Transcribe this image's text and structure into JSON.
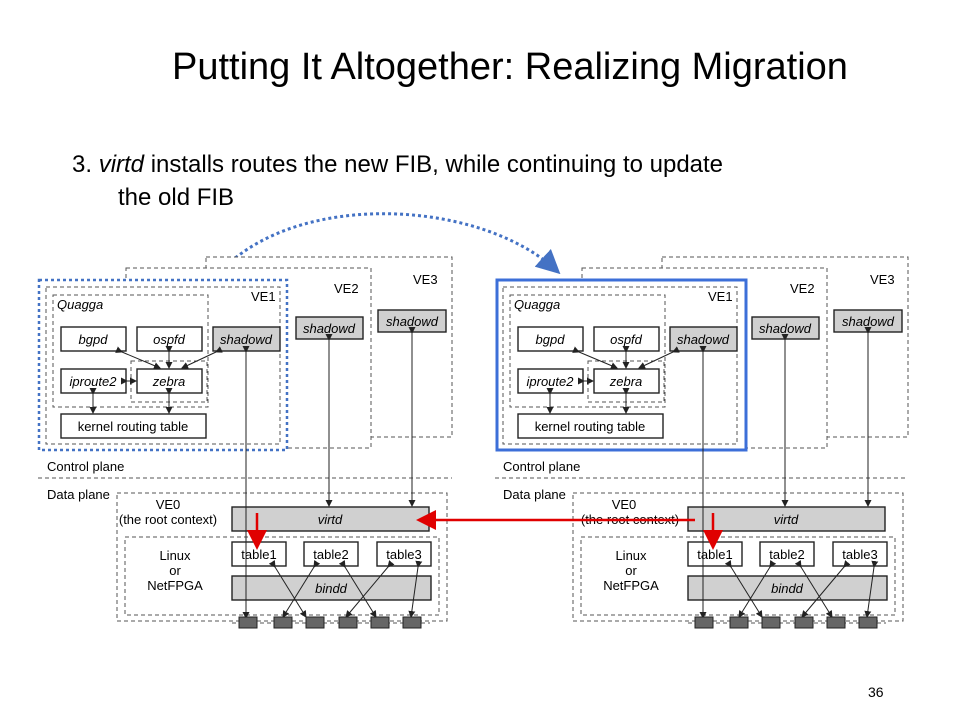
{
  "slide": {
    "title": "Putting It Altogether: Realizing Migration",
    "bullet_prefix": "3. ",
    "bullet_italic": "virtd",
    "bullet_rest_line1": " installs routes the new FIB, while continuing to update",
    "bullet_line2": "the old FIB",
    "page_number": "36"
  },
  "diagram": {
    "ve_labels": [
      "VE1",
      "VE2",
      "VE3"
    ],
    "quagga_label": "Quagga",
    "daemons": [
      "bgpd",
      "ospfd",
      "shadowd",
      "iproute2",
      "zebra"
    ],
    "kernel_table": "kernel routing table",
    "shadowd_label": "shadowd",
    "control_plane": "Control plane",
    "data_plane": "Data plane",
    "ve0_label": "VE0",
    "root_context": "(the root context)",
    "virtd": "virtd",
    "platform_lines": [
      "Linux",
      "or",
      "NetFPGA"
    ],
    "tables": [
      "table1",
      "table2",
      "table3"
    ],
    "bindd": "bindd"
  },
  "colors": {
    "migration_dotted": "#4472c4",
    "new_ve_highlight": "#3c6fd8",
    "route_arrows": "#e00000",
    "grey_box": "#d0d0d0"
  }
}
